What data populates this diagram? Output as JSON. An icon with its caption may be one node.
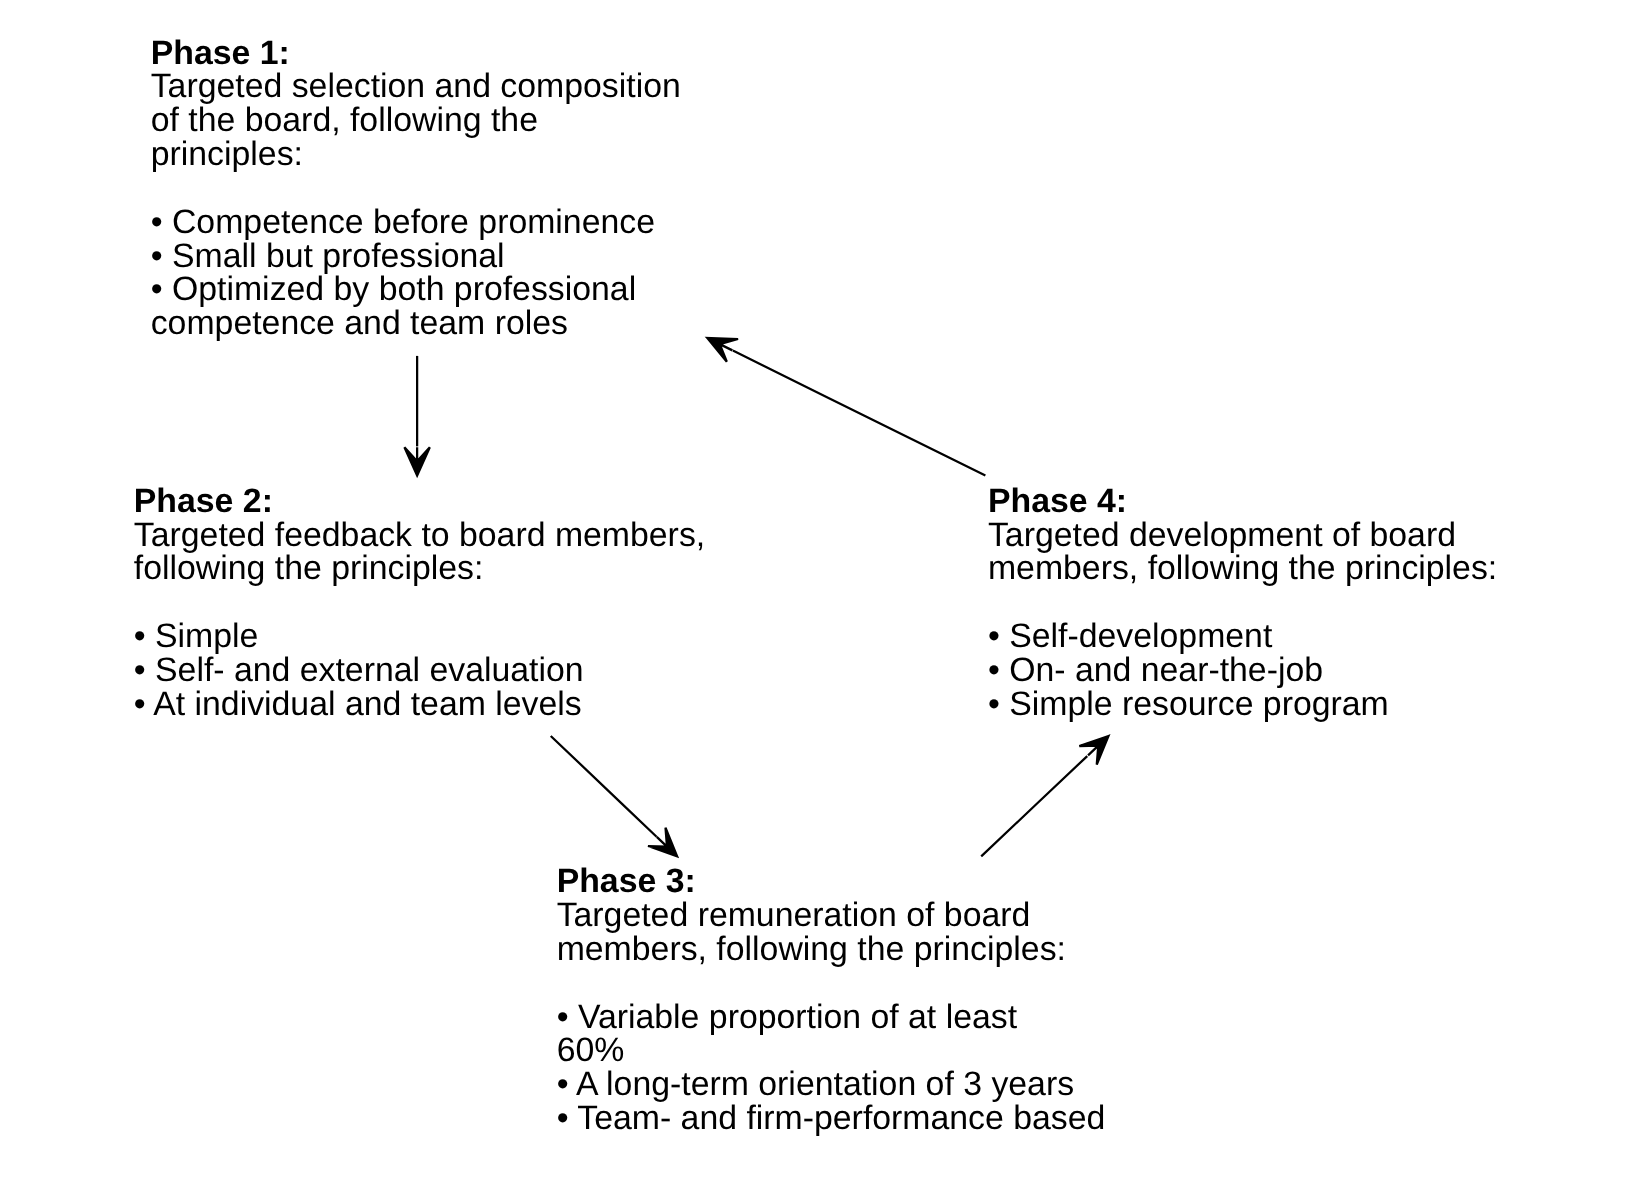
{
  "diagram": {
    "nodes": [
      {
        "text": [
          "Phase 1:",
          "Targeted selection and composition of the board, following the principles:",
          "• Competence before prominence",
          "• Small but professional",
          "• Optimized by both professional competence and team roles"
        ]
      },
      {
        "text": [
          "Phase 2:",
          "Targeted feedback to board members, following the principles:",
          "• Simple",
          "• Self- and external evaluation",
          "• At individual and team levels"
        ]
      },
      {
        "text": [
          "Phase 3:",
          "Targeted remuneration of board members, following the principles:",
          "• Variable proportion of at least 60%",
          "• A long-term orientation of 3 years",
          "• Team- and firm-performance based"
        ]
      },
      {
        "text": [
          "Phase 4:",
          "Targeted development of board members, following the principles:",
          "• Self-development",
          "• On- and near-the-job",
          "• Simple resource program"
        ]
      }
    ],
    "edges": [
      {
        "from": 0,
        "to": 1,
        "arrow": "to"
      },
      {
        "from": 1,
        "to": 2,
        "arrow": "to"
      },
      {
        "from": 2,
        "to": 3,
        "arrow": "to"
      },
      {
        "from": 3,
        "to": 0,
        "arrow": "to"
      }
    ]
  }
}
